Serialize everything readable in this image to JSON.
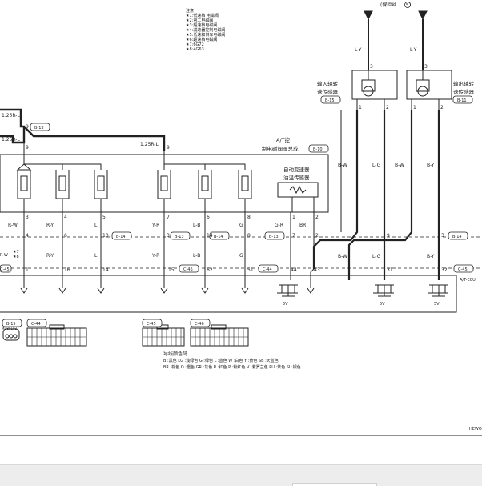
{
  "notes": {
    "title": "注意",
    "items": [
      "★1:低速档 电磁阀",
      "★2:第二电磁阀",
      "★3:超速档电磁阀",
      "★4:减速器控制电磁阀",
      "★5:低速和倒车电磁阀",
      "★6:超速档电磁阀",
      "★7:6G72",
      "★8:4G63"
    ]
  },
  "top_right": {
    "fuse": "(保险丝",
    "fuse_num": "5"
  },
  "wires": {
    "w25_a": "1.25R-L",
    "w25_b": "1.25R-L",
    "w125": "1.25R-L",
    "ly1": "L-Y",
    "ly2": "L-Y",
    "rw": "R-W",
    "ry": "R-Y",
    "l": "L",
    "yr": "Y-R",
    "lb": "L-B",
    "g": "G",
    "gr": "G-R",
    "br": "BR",
    "bw": "B-W",
    "lg": "L-G",
    "by": "B-Y"
  },
  "pins": {
    "p9a": "9",
    "p9b": "9",
    "p9c": "9",
    "p1": "1",
    "p16": "16",
    "p14": "14",
    "p15": "15",
    "p62": "62",
    "p51": "51",
    "p44": "44",
    "p43": "43",
    "p31": "31",
    "p32": "32",
    "r3": "3",
    "r4": "4",
    "r5": "5",
    "r7": "7",
    "r6": "6",
    "r8": "8",
    "r1": "1",
    "r2": "2",
    "s4": "4",
    "s6": "6",
    "s10": "10",
    "s3": "3",
    "s14": "14",
    "s8": "8",
    "s7": "7",
    "s2": "2",
    "e9": "9",
    "e3": "3",
    "t3a": "3",
    "t3b": "3",
    "t1a": "1",
    "t2a": "2",
    "t1b": "1",
    "t2b": "2"
  },
  "connectors": {
    "b13": "B-13",
    "b10": "B-10",
    "b14a": "B-14",
    "b13b": "B-13",
    "b14b": "B-14",
    "b13c": "B-13",
    "b15": "B-15",
    "b11": "B-11",
    "b14c": "B-14",
    "c45a": "C-45",
    "c46a": "C-46",
    "c44a": "C-44",
    "c45b": "C-45",
    "b15l": "B-15",
    "c44l": "C-44",
    "c45l": "C-45",
    "c46l": "C-46"
  },
  "labels": {
    "at_assembly": "A/T控",
    "at_assembly2": "制电磁阀阀总成",
    "oil_temp": "自动变速器",
    "oil_temp2": "油温传感器",
    "input_sensor": "输入轴转",
    "input_sensor2": "速传感器",
    "output_sensor": "输出轴转",
    "output_sensor2": "速传感器",
    "ecu": "A/T-ECU",
    "v1": "5V",
    "v2": "5V",
    "v3": "5V",
    "star_a": "★7",
    "star_b": "★8",
    "rw_small": "R-W",
    "connector_sub": "MU801037",
    "hewo": "HEWO"
  },
  "color_legend": {
    "title": "导线颜色码",
    "line1": "B :黑色   LG :浅绿色   G :绿色   L :蓝色   W :白色   Y :黄色   SB :天蓝色",
    "line2": "BR :棕色   O :橙色   GR :灰色   R :红色   P :粉红色   V :紫罗兰色   PU :紫色   SI :银色"
  }
}
